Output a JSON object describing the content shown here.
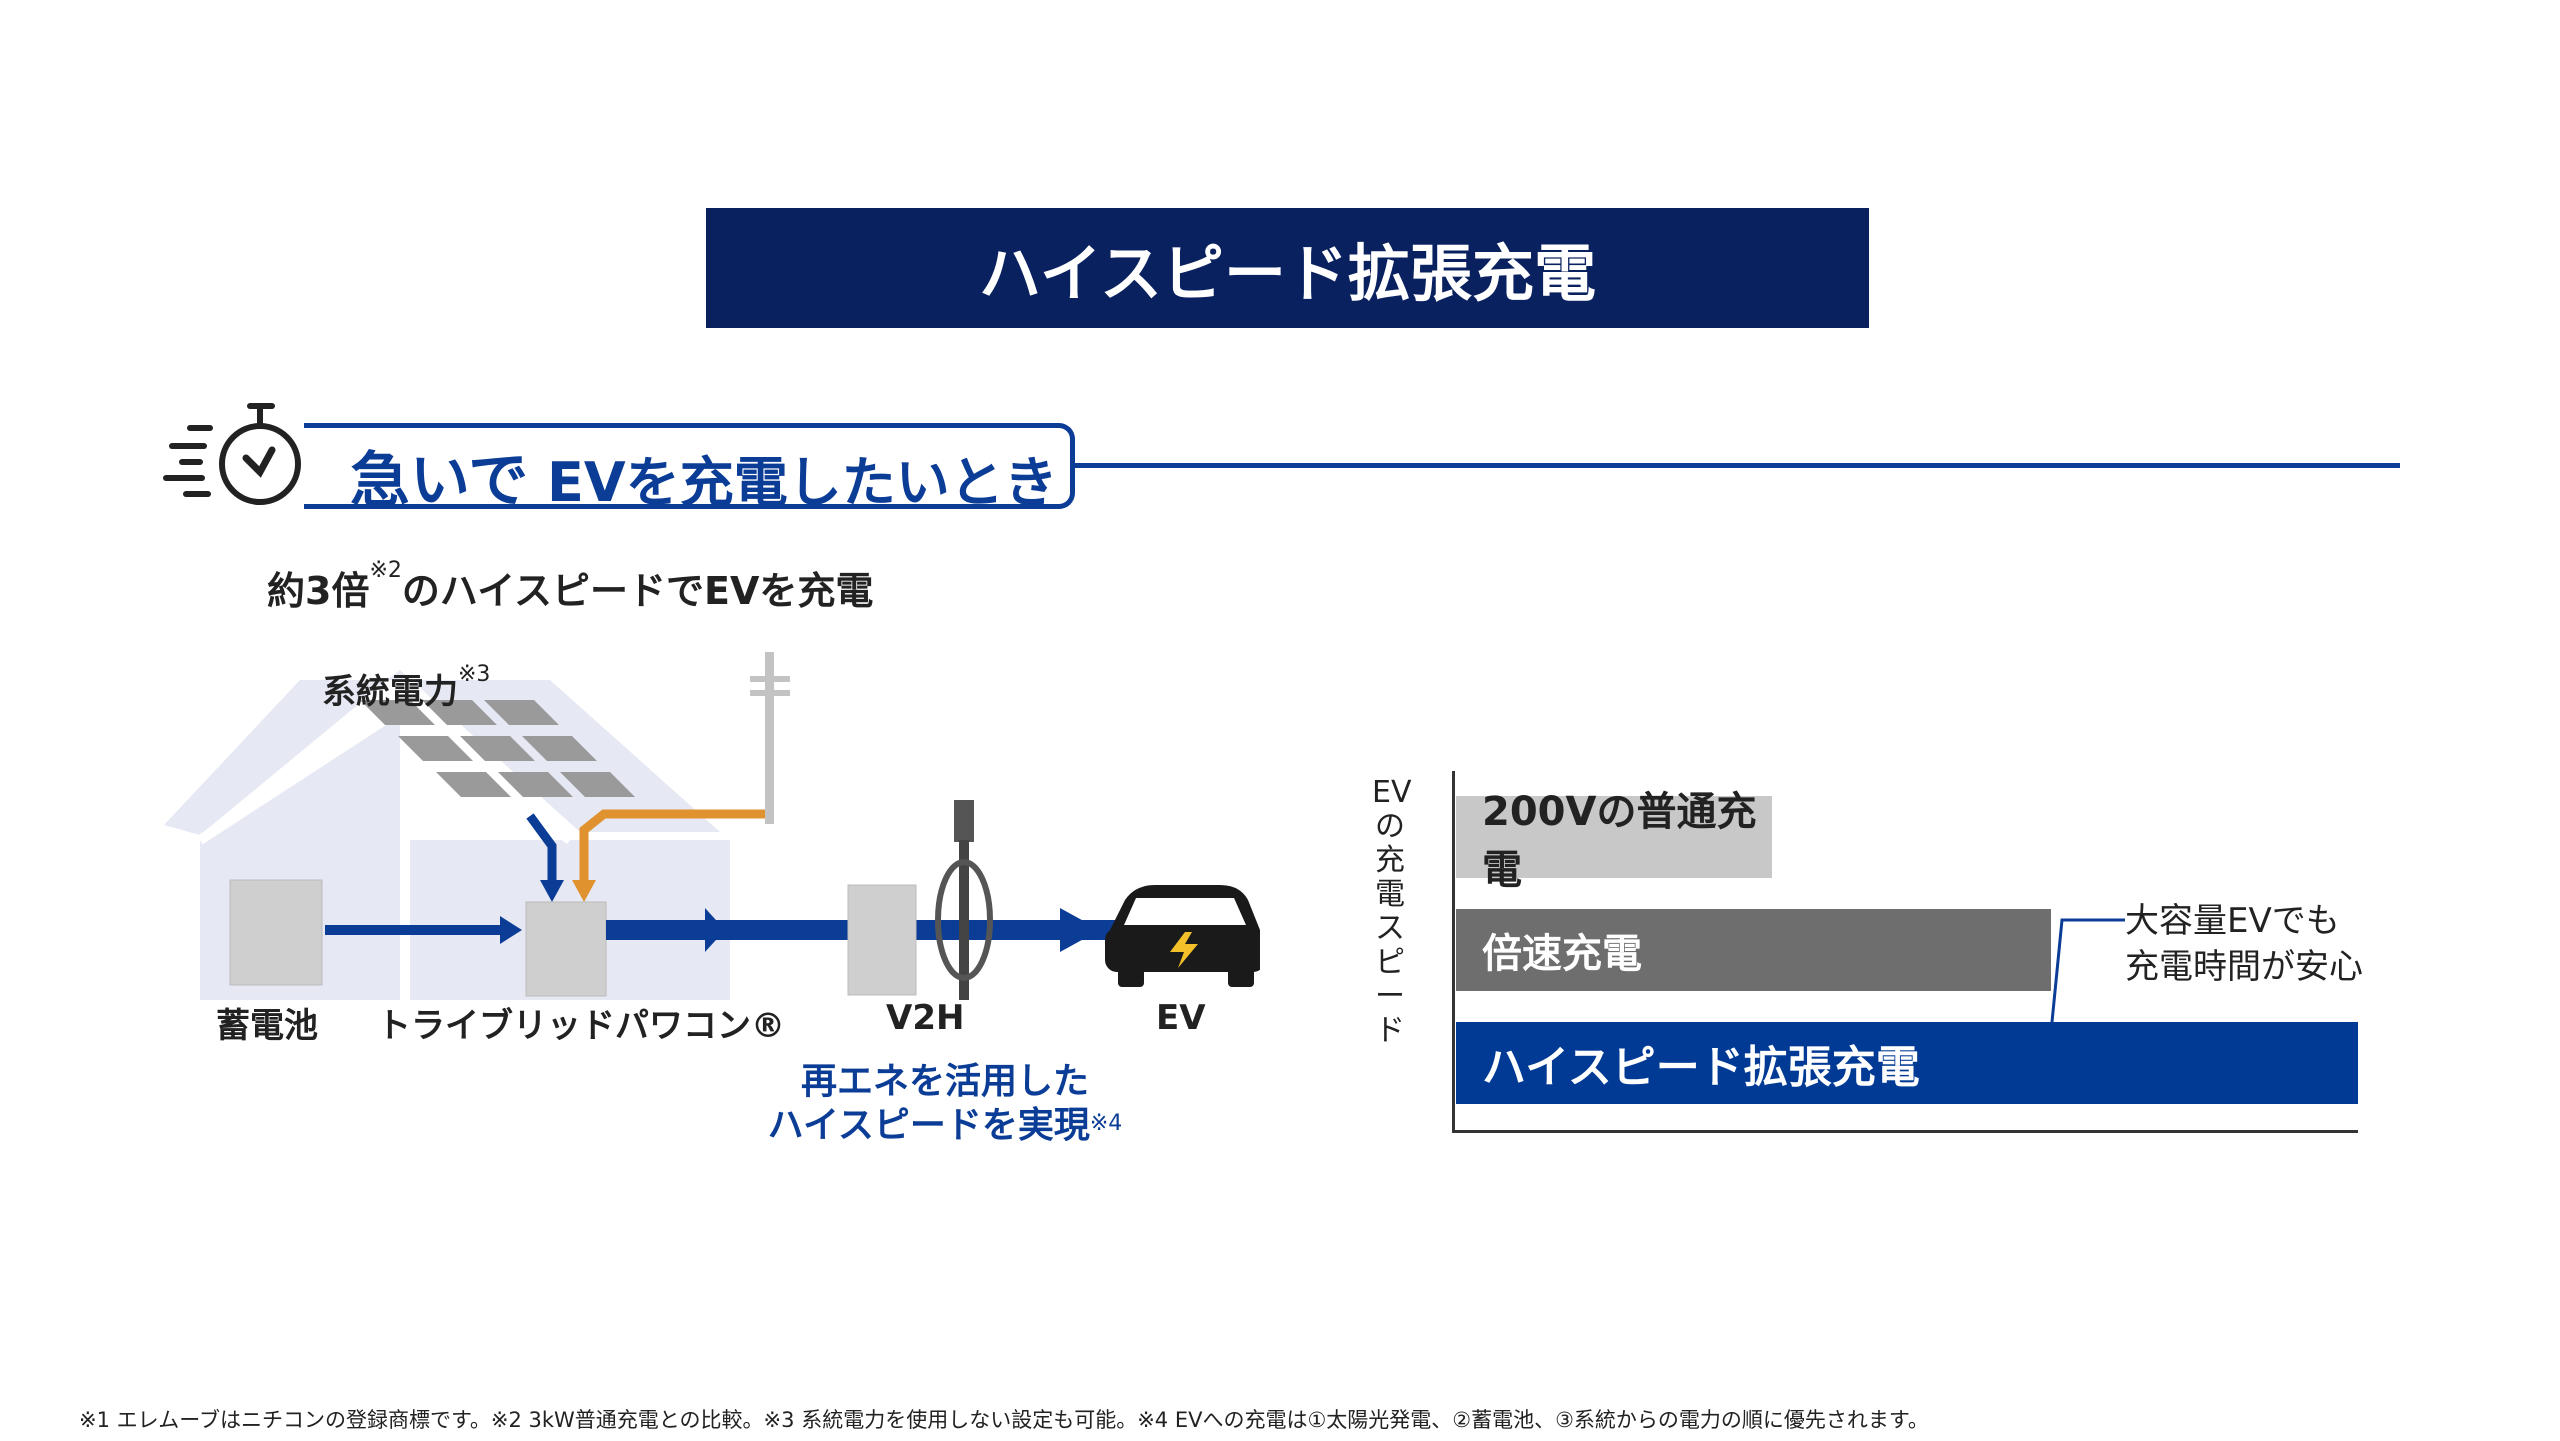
{
  "title": "ハイスピード拡張充電",
  "header": {
    "lead": "急いで",
    "rest": "EVを充電したいとき"
  },
  "subtitle": {
    "pre": "約3倍",
    "note": "※2",
    "post": "のハイスピードでEVを充電"
  },
  "diagram": {
    "grid_label": "系統電力",
    "grid_note": "※3",
    "labels": [
      "蓄電池",
      "トライブリッドパワコン®",
      "V2H",
      "EV"
    ],
    "highlight": [
      "再エネを活用した",
      "ハイスピードを実現"
    ],
    "highlight_note": "※4"
  },
  "speed_chart": {
    "y_label": "EVの充電スピード",
    "bars": [
      {
        "label": "200Vの普通充電",
        "relative": 0.35,
        "color": "#c8c8c8"
      },
      {
        "label": "倍速充電",
        "relative": 0.66,
        "color": "#6e6e6e"
      },
      {
        "label": "ハイスピード拡張充電",
        "relative": 1.0,
        "color": "#003a94"
      }
    ],
    "annotation": [
      "大容量EVでも",
      "充電時間が安心"
    ]
  },
  "footnote": "※1 エレムーブはニチコンの登録商標です。※2 3kW普通充電との比較。※3 系統電力を使用しない設定も可能。※4 EVへの充電は①太陽光発電、②蓄電池、③系統からの電力の順に優先されます。"
}
